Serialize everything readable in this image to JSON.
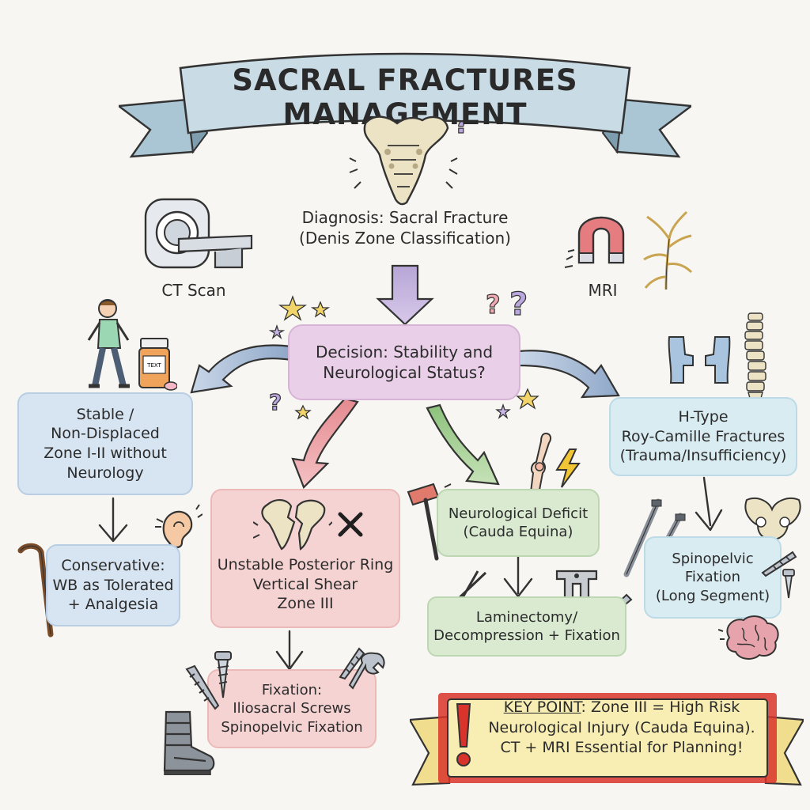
{
  "title": "SACRAL FRACTURES MANAGEMENT",
  "diagnosis": {
    "text": "Diagnosis: Sacral Fracture\n(Denis Zone Classification)"
  },
  "ct_label": "CT Scan",
  "mri_label": "MRI",
  "decision": {
    "text": "Decision: Stability and\nNeurological Status?"
  },
  "stable": {
    "text": "Stable /\nNon-Displaced\nZone I-II without\nNeurology"
  },
  "conservative": {
    "text": "Conservative:\nWB as Tolerated\n+ Analgesia"
  },
  "unstable": {
    "text": "Unstable Posterior Ring\nVertical Shear\nZone III"
  },
  "fixation": {
    "text": "Fixation:\nIliosacral Screws\nSpinopelvic Fixation"
  },
  "neuro": {
    "text": "Neurological Deficit\n(Cauda Equina)"
  },
  "laminectomy": {
    "text": "Laminectomy/\nDecompression + Fixation"
  },
  "htype": {
    "text": "H-Type\nRoy-Camille Fractures\n(Trauma/Insufficiency)"
  },
  "spinopelvic": {
    "text": "Spinopelvic\nFixation\n(Long Segment)"
  },
  "key_point": {
    "label": "KEY POINT",
    "line1": ": Zone III = High Risk",
    "line2": "Neurological Injury (Cauda Equina).",
    "line3": "CT + MRI Essential for Planning!"
  },
  "pill_bottle_label": "ТЕXT",
  "icons": [
    "sacrum-icon",
    "ct-scanner-icon",
    "magnet-icon",
    "nerve-icon",
    "walking-person-icon",
    "pill-bottle-icon",
    "cane-icon",
    "ear-icon",
    "broken-pelvis-icon",
    "x-mark-icon",
    "reflex-hammer-icon",
    "finger-joint-icon",
    "lightning-icon",
    "scissors-icon",
    "vertebra-icon",
    "screw-icon",
    "wrench-icon",
    "boot-brace-icon",
    "rod-icon",
    "pelvis-icon",
    "spine-icon",
    "h-fracture-icon",
    "brain-icon",
    "warning-icon"
  ],
  "colors": {
    "banner": "#c9dce6",
    "blue": "#d7e4f1",
    "pink": "#f6d3d3",
    "green": "#d9ead1",
    "cyan": "#d9ecf2",
    "lavender": "#e9cfe8",
    "yellow": "#f8eeb4",
    "red": "#d9342b"
  }
}
